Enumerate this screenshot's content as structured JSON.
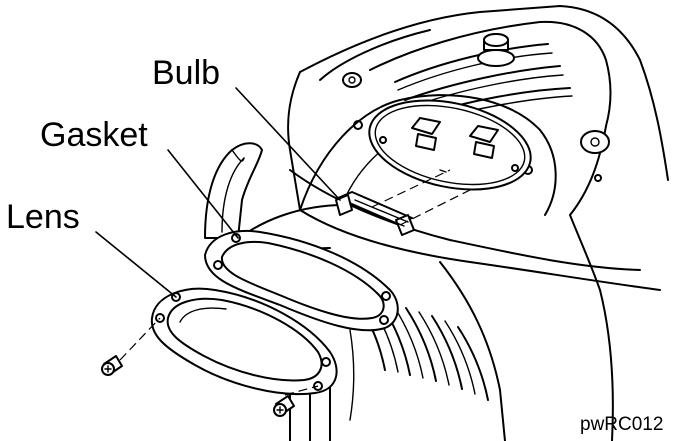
{
  "labels": {
    "bulb": "Bulb",
    "gasket": "Gasket",
    "lens": "Lens"
  },
  "figure_code": "pwRC012"
}
